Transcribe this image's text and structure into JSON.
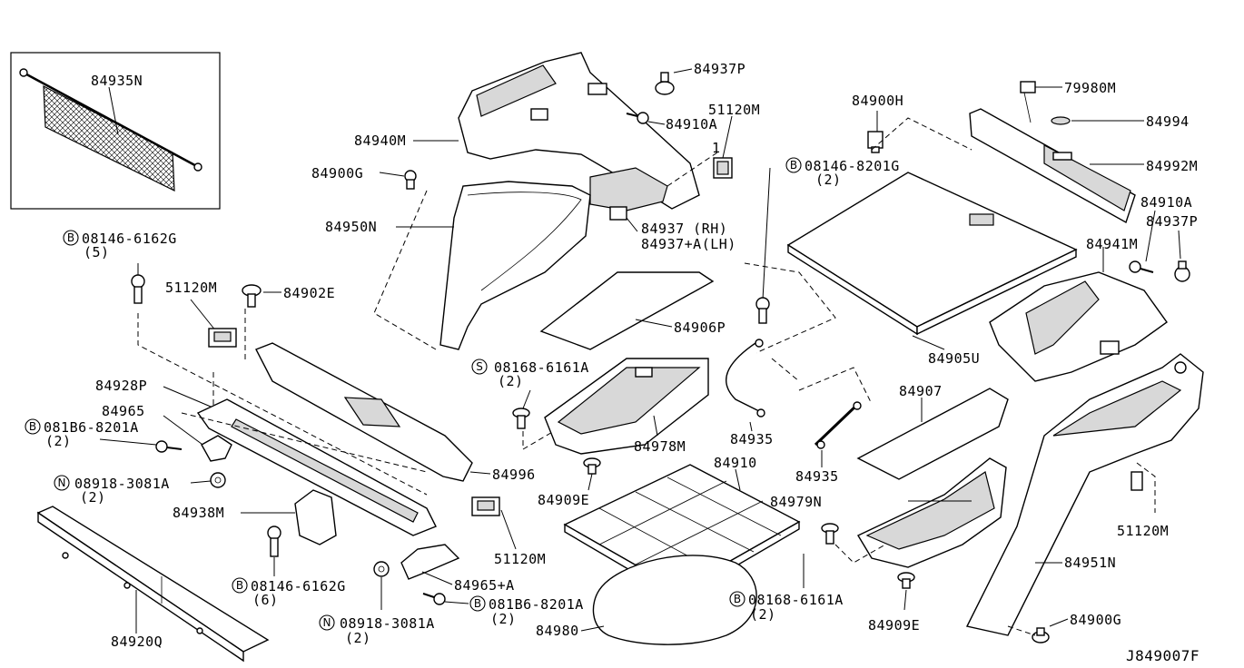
{
  "diagram_id": "J849007F",
  "labels": {
    "l84935N": "84935N",
    "l84940M": "84940M",
    "l84937P_top": "84937P",
    "l84910A_top": "84910A",
    "l51120M_top": "51120M",
    "l84900G_top": "84900G",
    "l84950N": "84950N",
    "l84937": "84937  (RH)",
    "l84937A": "84937+A(LH)",
    "l84900H": "84900H",
    "l08146_8201G": "08146-8201G",
    "l08146_8201G_qty": "(2)",
    "l79980M": "79980M",
    "l84994": "84994",
    "l84992M": "84992M",
    "l84910A_right": "84910A",
    "l84937P_right": "84937P",
    "l84941M": "84941M",
    "l08146_6162G_top": "08146-6162G",
    "l08146_6162G_top_qty": "(5)",
    "l51120M_left": "51120M",
    "l84902E": "84902E",
    "l84906P": "84906P",
    "l84905U": "84905U",
    "l84928P": "84928P",
    "l84965": "84965",
    "l081B6_8201A_left": "081B6-8201A",
    "l081B6_8201A_left_qty": "(2)",
    "l08168_6161A_top": "08168-6161A",
    "l08168_6161A_top_qty": "(2)",
    "l84907": "84907",
    "l84978M": "84978M",
    "l84935_a": "84935",
    "l84935_b": "84935",
    "l84996": "84996",
    "l08918_3081A_left": "08918-3081A",
    "l08918_3081A_left_qty": "(2)",
    "l84910": "84910",
    "l84909E_left": "84909E",
    "l84979N": "84979N",
    "l84938M": "84938M",
    "l51120M_right": "51120M",
    "l51120M_bottom": "51120M",
    "l84951N": "84951N",
    "l08146_6162G_bottom": "08146-6162G",
    "l08146_6162G_bottom_qty": "(6)",
    "l84965A": "84965+A",
    "l081B6_8201A_bottom": "081B6-8201A",
    "l081B6_8201A_bottom_qty": "(2)",
    "l08168_6161A_bottom": "08168-6161A",
    "l08168_6161A_bottom_qty": "(2)",
    "l08918_3081A_bottom": "08918-3081A",
    "l08918_3081A_bottom_qty": "(2)",
    "l84980": "84980",
    "l84909E_right": "84909E",
    "l84900G_bottom": "84900G",
    "l84920Q": "84920Q",
    "callout_1": "1"
  },
  "badges": {
    "b": "B",
    "s": "S",
    "n": "N"
  }
}
